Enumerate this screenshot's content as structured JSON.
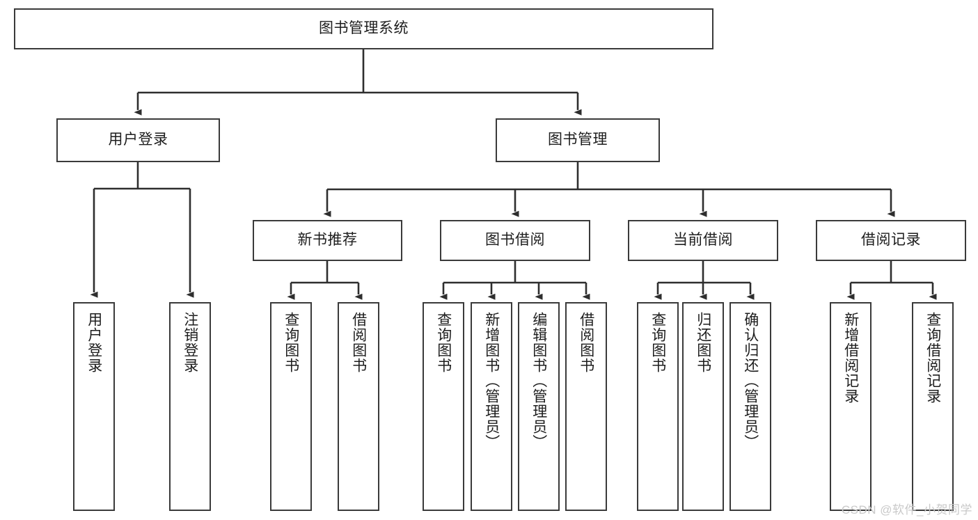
{
  "diagram": {
    "type": "tree",
    "title": "图书管理系统",
    "watermark": "CSDN @软件_小贺同学",
    "colors": {
      "box_border": "#3a3a3a",
      "box_fill": "#ffffff",
      "edge": "#2e2e2e",
      "text": "#1d1d1d",
      "watermark": "#c9c9c9"
    },
    "nodes": {
      "root": {
        "label": "图书管理系统"
      },
      "level2": [
        {
          "id": "user-login",
          "label": "用户登录"
        },
        {
          "id": "book-manage",
          "label": "图书管理"
        }
      ],
      "level3": [
        {
          "id": "new-book-rec",
          "label": "新书推荐"
        },
        {
          "id": "book-borrow",
          "label": "图书借阅"
        },
        {
          "id": "current-borrow",
          "label": "当前借阅"
        },
        {
          "id": "borrow-record",
          "label": "借阅记录"
        }
      ],
      "leaves": {
        "user-login": [
          {
            "id": "leaf-user-login",
            "label": "用户登录"
          },
          {
            "id": "leaf-logout",
            "label": "注销登录"
          }
        ],
        "new-book-rec": [
          {
            "id": "leaf-query-book-1",
            "label": "查询图书"
          },
          {
            "id": "leaf-borrow-book-1",
            "label": "借阅图书"
          }
        ],
        "book-borrow": [
          {
            "id": "leaf-query-book-2",
            "label": "查询图书"
          },
          {
            "id": "leaf-add-book",
            "label": "新增图书（管理员）"
          },
          {
            "id": "leaf-edit-book",
            "label": "编辑图书（管理员）"
          },
          {
            "id": "leaf-borrow-book-2",
            "label": "借阅图书"
          }
        ],
        "current-borrow": [
          {
            "id": "leaf-query-book-3",
            "label": "查询图书"
          },
          {
            "id": "leaf-return-book",
            "label": "归还图书"
          },
          {
            "id": "leaf-confirm-return",
            "label": "确认归还（管理员）"
          }
        ],
        "borrow-record": [
          {
            "id": "leaf-add-record",
            "label": "新增借阅记录"
          },
          {
            "id": "leaf-query-record",
            "label": "查询借阅记录"
          }
        ]
      }
    }
  }
}
